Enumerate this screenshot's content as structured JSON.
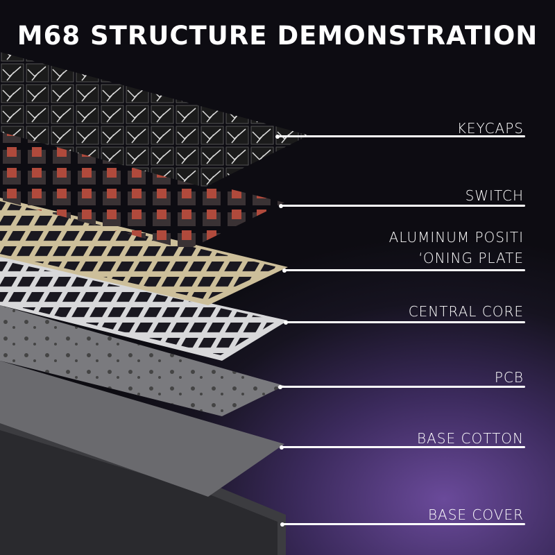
{
  "title": "M68 STRUCTURE DEMONSTRATION",
  "layers": [
    {
      "label": "KEYCAPS"
    },
    {
      "label": "SWITCH"
    },
    {
      "label_line1": "ALUMINUM POSITI",
      "label_line2": "‘ONING PLATE"
    },
    {
      "label": "CENTRAL CORE"
    },
    {
      "label": "PCB"
    },
    {
      "label": "BASE COTTON"
    },
    {
      "label": "BASE COVER"
    }
  ]
}
